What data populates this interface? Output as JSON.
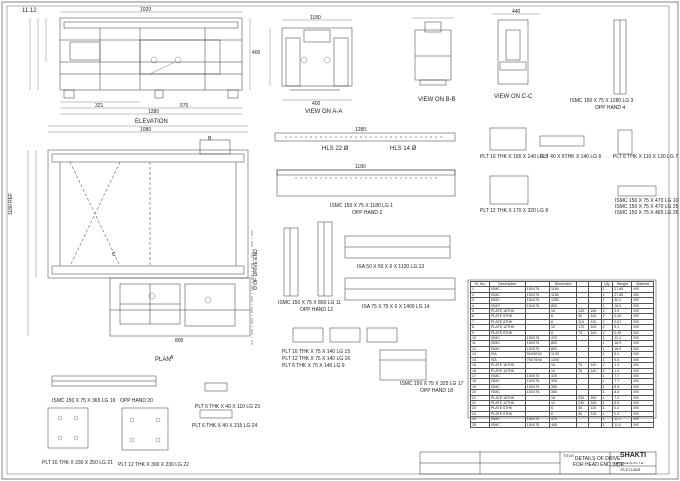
{
  "drawing_number": "11.12",
  "views": {
    "elevation": "ELEVATION",
    "plan": "PLAN",
    "view_a": "VIEW ON A-A",
    "view_b": "VIEW ON B-B",
    "view_c": "VIEW ON C-C",
    "drive_end": "Θ OF DRIVE END"
  },
  "section_marks": {
    "a": "A",
    "b": "B",
    "c": "C"
  },
  "part_callouts": [
    {
      "label": "PLT 16 THK X 165 X 140 LG",
      "no": "5"
    },
    {
      "label": "PLT 40 X 6THK X 140 LG",
      "no": "6"
    },
    {
      "label": "PLT 6 THK X 110 X 130 LG",
      "no": "7"
    },
    {
      "label": "PLT 12 THK X 170 X 320 LG",
      "no": "8"
    },
    {
      "label": "ISMC 150 X 75 X 1180 LG",
      "no": "1"
    },
    {
      "label": "OPP HAND",
      "no": "2"
    },
    {
      "label": "ISMC 150 X 75 X 470 LG",
      "no": "10"
    },
    {
      "label": "ISMC 150 X 75 X 470 LG",
      "no": "25"
    },
    {
      "label": "ISMC 150 X 75 X 465 LG",
      "no": "26"
    },
    {
      "label": "ISMC 150 X 75 X 1280 LG",
      "no": "3"
    },
    {
      "label": "OPP HAND",
      "no": "4"
    },
    {
      "label": "ISMC 150 X 75 X 800 LG",
      "no": "11"
    },
    {
      "label": "OPP HAND",
      "no": "12"
    },
    {
      "label": "ISA 50 X 50 X 6 X 1130 LG",
      "no": "13"
    },
    {
      "label": "ISA 75 X 75 X 6 X 1400 LG",
      "no": "14"
    },
    {
      "label": "PLT 16 THK X 75 X 140 LG",
      "no": "15"
    },
    {
      "label": "PLT 12 THK X 75 X 140 LG",
      "no": "16"
    },
    {
      "label": "PLT 6 THK X 75 X 140 LG",
      "no": "9"
    },
    {
      "label": "ISMC 150 X 75 X 325 LG",
      "no": "17"
    },
    {
      "label": "OPP HAND",
      "no": "18"
    },
    {
      "label": "ISMC 150 X 75 X 365 LG",
      "no": "19"
    },
    {
      "label": "OPP HAND",
      "no": "20"
    },
    {
      "label": "PLT 16 THK X 230 X 250 LG",
      "no": "21"
    },
    {
      "label": "PLT 12 THK X 300 X 230 LG",
      "no": "22"
    },
    {
      "label": "PLT 6 THK X 40 X 110 LG",
      "no": "23"
    },
    {
      "label": "PLT 6 THK X 40 X 215 LG",
      "no": "24"
    }
  ],
  "hole_notes": [
    {
      "text": "HLS 22 Ø"
    },
    {
      "text": "HLS 14 Ø"
    }
  ],
  "bom": {
    "headers": [
      "Sr. No.",
      "Description",
      "",
      "Dimension",
      "",
      "",
      "Qty",
      "Weight",
      "Material"
    ],
    "rows": [
      [
        "1",
        "ISMC",
        "150X75",
        "1180",
        "",
        "",
        "1",
        "27.85",
        "MS"
      ],
      [
        "2",
        "ISMC",
        "150X75",
        "1180",
        "",
        "",
        "1",
        "27.85",
        "MS"
      ],
      [
        "3",
        "ISMC",
        "150X75",
        "1280",
        "",
        "",
        "1",
        "30.2",
        "MS"
      ],
      [
        "4",
        "ISMC",
        "150X75",
        "800",
        "",
        "",
        "1",
        "18.9",
        "MS"
      ],
      [
        "5",
        "PLATE 16THK",
        "",
        "16",
        "140",
        "165",
        "2",
        "2.9",
        "MS"
      ],
      [
        "6",
        "PLATE 6THK",
        "",
        "6",
        "40",
        "140",
        "2",
        "0.26",
        "MS"
      ],
      [
        "7",
        "PLATE 6THK",
        "",
        "6",
        "110",
        "130",
        "2",
        "0.67",
        "MS"
      ],
      [
        "8",
        "PLATE 12THK",
        "",
        "12",
        "170",
        "320",
        "2",
        "5.1",
        "MS"
      ],
      [
        "9",
        "PLATE 6THK",
        "",
        "6",
        "75",
        "140",
        "2",
        "0.49",
        "MS"
      ],
      [
        "10",
        "ISMC",
        "150X75",
        "470",
        "",
        "",
        "1",
        "11.1",
        "MS"
      ],
      [
        "11",
        "ISMC",
        "150X75",
        "800",
        "",
        "",
        "1",
        "18.9",
        "MS"
      ],
      [
        "12",
        "ISMC",
        "150X75",
        "800",
        "",
        "",
        "1",
        "18.9",
        "MS"
      ],
      [
        "13",
        "ISA",
        "50X50X6",
        "1130",
        "",
        "",
        "1",
        "5.0",
        "MS"
      ],
      [
        "14",
        "ISA",
        "75X75X6",
        "1400",
        "",
        "",
        "1",
        "9.5",
        "MS"
      ],
      [
        "15",
        "PLATE 16THK",
        "",
        "16",
        "75",
        "140",
        "2",
        "1.3",
        "MS"
      ],
      [
        "16",
        "PLATE 12THK",
        "",
        "12",
        "75",
        "140",
        "2",
        "1.0",
        "MS"
      ],
      [
        "17",
        "ISMC",
        "150X75",
        "325",
        "",
        "",
        "1",
        "7.7",
        "MS"
      ],
      [
        "18",
        "ISMC",
        "150X75",
        "325",
        "",
        "",
        "1",
        "7.7",
        "MS"
      ],
      [
        "19",
        "ISMC",
        "150X75",
        "365",
        "",
        "",
        "1",
        "8.6",
        "MS"
      ],
      [
        "20",
        "ISMC",
        "150X75",
        "365",
        "",
        "",
        "1",
        "8.6",
        "MS"
      ],
      [
        "21",
        "PLATE 16THK",
        "",
        "16",
        "230",
        "250",
        "1",
        "7.2",
        "MS"
      ],
      [
        "22",
        "PLATE 12THK",
        "",
        "12",
        "230",
        "300",
        "1",
        "6.5",
        "MS"
      ],
      [
        "23",
        "PLATE 6THK",
        "",
        "6",
        "40",
        "110",
        "1",
        "0.2",
        "MS"
      ],
      [
        "24",
        "PLATE 6THK",
        "",
        "6",
        "40",
        "215",
        "1",
        "0.4",
        "MS"
      ],
      [
        "25",
        "ISMC",
        "150X75",
        "470",
        "",
        "",
        "1",
        "11.1",
        "MS"
      ],
      [
        "26",
        "ISMC",
        "150X75",
        "465",
        "",
        "",
        "1",
        "11.0",
        "MS"
      ]
    ]
  },
  "title_block": {
    "title_line1": "DETAILS OF DRIVE",
    "title_line2": "FOR HEAD END SIDE",
    "company": "SHAKTI",
    "company_sub": "Fab Solutions Pvt. Ltd.",
    "drawing_no": "JS-0713AR",
    "title_label": "TITLE"
  },
  "dims": {
    "elev_top": "1020",
    "elev_overall": "1280",
    "elev_side": "400",
    "elev_a": "321",
    "elev_b": "575",
    "plan_top": "1080",
    "plan_overall": "1180 REF",
    "plan_bottom": "800",
    "view_a_top": "1180",
    "view_a_mid": "400",
    "view_c_top": "440",
    "strip1": "1280",
    "strip2": "1180"
  }
}
